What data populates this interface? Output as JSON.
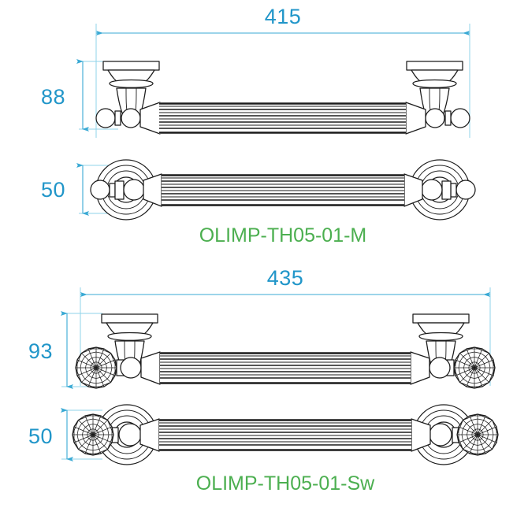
{
  "sheet": {
    "background": "#ffffff",
    "dimension_color": "#2196c9",
    "dimension_line_color": "#39a9d4",
    "extension_line_color": "#8fd3ea",
    "outline_color": "#1b1b1b",
    "label_color": "#4caf50",
    "units": "mm"
  },
  "products": [
    {
      "id": "product-top",
      "model_label": "OLIMP-TH05-01-M",
      "description": "towel-bar-metal-knob",
      "dimensions": {
        "width": "415",
        "height": "88",
        "depth": "50"
      },
      "views": [
        {
          "name": "front-view",
          "dimension_shown": "88"
        },
        {
          "name": "side-view",
          "dimension_shown": "50"
        }
      ]
    },
    {
      "id": "product-bottom",
      "model_label": "OLIMP-TH05-01-Sw",
      "description": "towel-bar-crystal-knob",
      "dimensions": {
        "width": "435",
        "height": "93",
        "depth": "50"
      },
      "views": [
        {
          "name": "front-view",
          "dimension_shown": "93"
        },
        {
          "name": "side-view",
          "dimension_shown": "50"
        }
      ]
    }
  ]
}
